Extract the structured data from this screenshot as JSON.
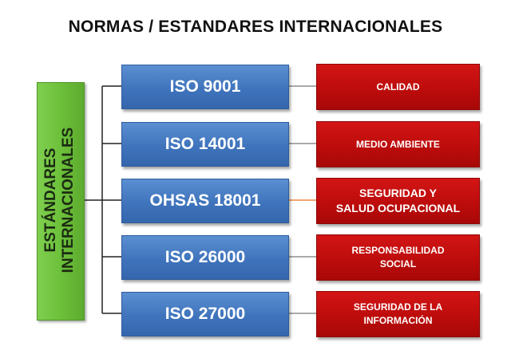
{
  "title": "NORMAS / ESTANDARES INTERNACIONALES",
  "side_label": [
    "ESTÁNDARES",
    "INTERNACIONALES"
  ],
  "standards": [
    {
      "name": "ISO 9001",
      "area": "CALIDAD"
    },
    {
      "name": "ISO 14001",
      "area": "MEDIO AMBIENTE"
    },
    {
      "name": "OHSAS 18001",
      "area": "SEGURIDAD Y\nSALUD OCUPACIONAL"
    },
    {
      "name": "ISO 26000",
      "area": "RESPONSABILIDAD\nSOCIAL"
    },
    {
      "name": "ISO 27000",
      "area": "SEGURIDAD DE LA\nINFORMACIÓN"
    }
  ],
  "colors": {
    "side": "#6cc03a",
    "standard_box": "#3f74bc",
    "area_box": "#bd0c0c",
    "connector": "#222222",
    "highlight_connector": "#f08a3c"
  }
}
